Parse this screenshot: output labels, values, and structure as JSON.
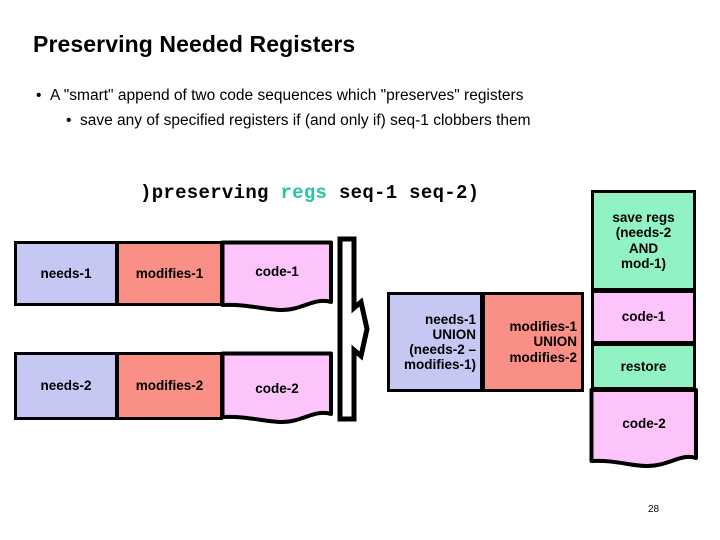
{
  "slide": {
    "title": "Preserving Needed Registers",
    "page_number": "28",
    "bullets": [
      {
        "marker": "•",
        "text": "A \"smart\" append of two code sequences which \"preserves\" registers"
      },
      {
        "marker": "•",
        "text": "save any of specified registers if (and only if) seq-1 clobbers them"
      }
    ],
    "code_line": {
      "prefix": ")preserving ",
      "keyword": "regs",
      "suffix": " seq-1 seq-2)",
      "keyword_color": "#27c5a2"
    },
    "colors": {
      "needs": "#c6c8f4",
      "modifies": "#fa8f86",
      "code": "#fdc4fb",
      "save_restore": "#91f3c4",
      "outline": "#000000",
      "background": "#ffffff"
    },
    "input_sequences": [
      {
        "needs": "needs-1",
        "modifies": "modifies-1",
        "code": "code-1"
      },
      {
        "needs": "needs-2",
        "modifies": "modifies-2",
        "code": "code-2"
      }
    ],
    "result": {
      "needs_expr": "needs-1 UNION (needs-2 – modifies-1)",
      "needs_lines": [
        "needs-1",
        "UNION",
        "(needs-2 –",
        "modifies-1)"
      ],
      "modifies_expr": "modifies-1 UNION modifies-2",
      "modifies_lines": [
        "modifies-1",
        "UNION",
        "modifies-2"
      ],
      "code_blocks": [
        {
          "label": "save regs (needs-2 AND mod-1)",
          "lines": [
            "save regs",
            "(needs-2",
            "AND",
            "mod-1)"
          ],
          "kind": "save"
        },
        {
          "label": "code-1",
          "lines": [
            "code-1"
          ],
          "kind": "code"
        },
        {
          "label": "restore",
          "lines": [
            "restore"
          ],
          "kind": "save"
        },
        {
          "label": "code-2",
          "lines": [
            "code-2"
          ],
          "kind": "code"
        }
      ]
    },
    "brace": {
      "name": "right-brace-connector"
    }
  }
}
